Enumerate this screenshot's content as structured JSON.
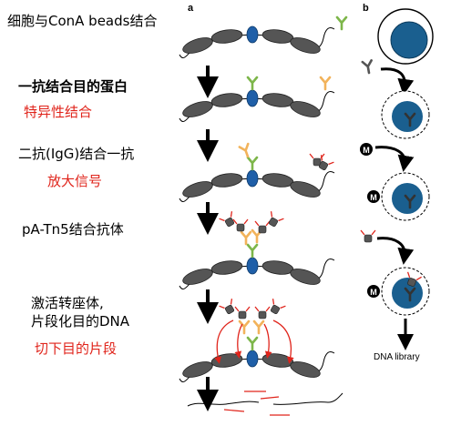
{
  "panels": {
    "a": "a",
    "b": "b"
  },
  "steps": [
    {
      "text": "细胞与ConA beads结合",
      "sub": ""
    },
    {
      "text": "一抗结合目的蛋白",
      "sub": "特异性结合"
    },
    {
      "text": "二抗(IgG)结合一抗",
      "sub": "放大信号"
    },
    {
      "text": "pA-Tn5结合抗体",
      "sub": ""
    },
    {
      "text_line1": "激活转座体,",
      "text_line2": "片段化目的DNA",
      "sub": "切下目的片段"
    }
  ],
  "panel_b": {
    "m_label": "M",
    "dna_library": "DNA library"
  },
  "colors": {
    "nucleosome": "#555555",
    "protein": "#1f5fa8",
    "primary_antibody": "#7db64a",
    "secondary_antibody": "#f2b35b",
    "tn5": "#555555",
    "red": "#e0241b",
    "nucleus": "#1a5f8f"
  }
}
